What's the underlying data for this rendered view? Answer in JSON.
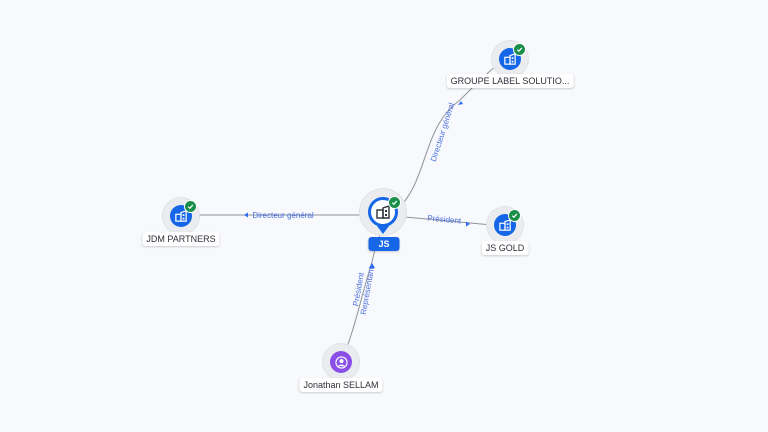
{
  "nodes": {
    "js": {
      "label": "JS",
      "type": "company",
      "verified": true,
      "icon": "company-building-icon"
    },
    "groupe": {
      "label": "GROUPE LABEL SOLUTIO...",
      "type": "company",
      "verified": true,
      "icon": "company-building-icon"
    },
    "jdm": {
      "label": "JDM PARTNERS",
      "type": "company",
      "verified": true,
      "icon": "company-building-icon"
    },
    "jsgold": {
      "label": "JS GOLD",
      "type": "company",
      "verified": true,
      "icon": "company-building-icon"
    },
    "jonathan": {
      "label": "Jonathan SELLAM",
      "type": "person",
      "verified": false,
      "icon": "person-icon"
    }
  },
  "edges": {
    "groupe": {
      "from": "JS",
      "to": "GROUPE LABEL SOLUTIO...",
      "label": "Directeur général"
    },
    "jdm": {
      "from": "JS",
      "to": "JDM PARTNERS",
      "label": "Directeur général"
    },
    "jsgold": {
      "from": "JS",
      "to": "JS GOLD",
      "label": "Président"
    },
    "jonathan": {
      "from": "Jonathan SELLAM",
      "to": "JS",
      "label_line1": "Président",
      "label_line2": "Représentant"
    }
  },
  "colors": {
    "company": "#1666e8",
    "person": "#8a4fe6",
    "verified": "#1a8f4a",
    "edge_label": "#4a6fe0"
  }
}
